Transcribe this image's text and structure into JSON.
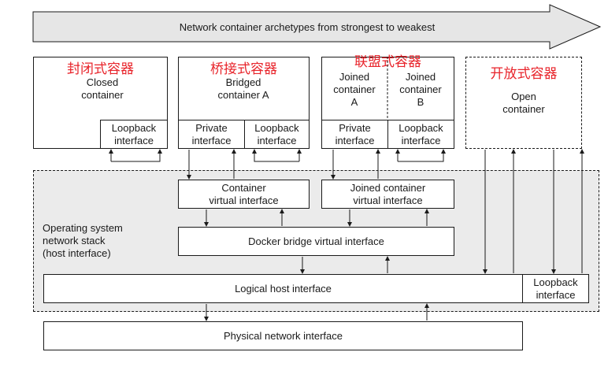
{
  "banner": {
    "text": "Network container archetypes from strongest to weakest"
  },
  "closed": {
    "cn": "封闭式容器",
    "title": "Closed\ncontainer",
    "loopback": "Loopback\ninterface"
  },
  "bridged": {
    "cn": "桥接式容器",
    "title": "Bridged\ncontainer A",
    "private": "Private\ninterface",
    "loopback": "Loopback\ninterface"
  },
  "joined": {
    "cn": "联盟式容器",
    "a": "Joined\ncontainer\nA",
    "b": "Joined\ncontainer\nB",
    "private": "Private\ninterface",
    "loopback": "Loopback\ninterface"
  },
  "open": {
    "cn": "开放式容器",
    "title": "Open\ncontainer"
  },
  "host": {
    "os_stack": "Operating system\nnetwork stack\n(host interface)",
    "container_virtual": "Container\nvirtual interface",
    "joined_virtual": "Joined container\nvirtual interface",
    "docker_bridge": "Docker bridge virtual interface",
    "logical": "Logical host interface",
    "loopback": "Loopback\ninterface"
  },
  "physical": "Physical network interface",
  "colors": {
    "label_red": "#e8232a",
    "host_area": "#ebebeb",
    "banner_fill": "#e6e6e6"
  }
}
